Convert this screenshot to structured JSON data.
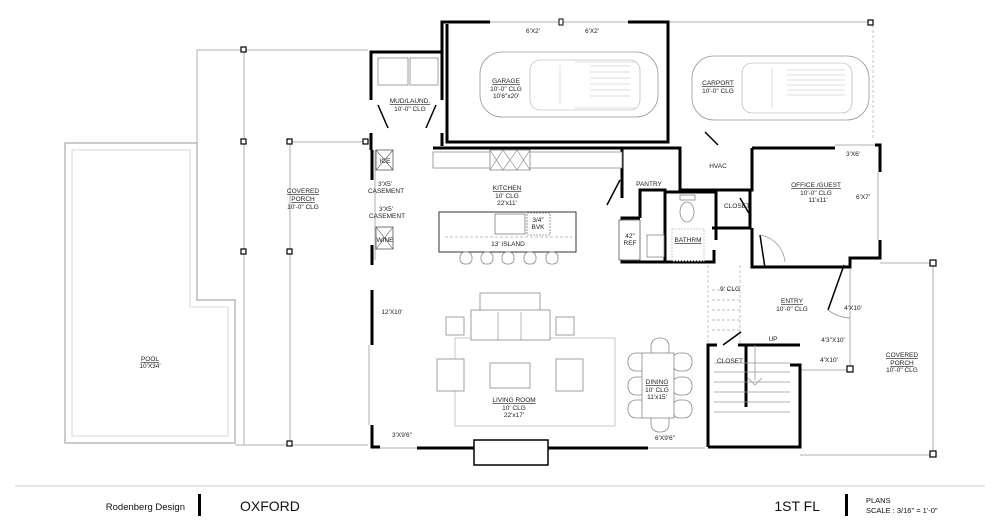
{
  "rooms": {
    "mud": {
      "name": "MUD/LAUND.",
      "clg": "10'-0\" CLG"
    },
    "garage": {
      "name": "GARAGE",
      "clg": "10'-0\" CLG",
      "size": "10'6\"x20'",
      "door1": "6'X2'",
      "door2": "6'X2'"
    },
    "carport": {
      "name": "CARPORT",
      "clg": "10'-0\" CLG"
    },
    "porch_left": {
      "name1": "COVERED",
      "name2": "PORCH",
      "clg": "10'-0\" CLG"
    },
    "pool": {
      "name": "POOL",
      "size": "10'X34'"
    },
    "kitchen": {
      "name": "KITCHEN",
      "clg": "10' CLG",
      "size": "22'x11'",
      "island": "13' ISLAND",
      "dw": "3/4\"",
      "dw2": "BVK",
      "ice": "ICE",
      "wine": "WINE",
      "ref1": "42\"",
      "ref2": "REF"
    },
    "casement1": {
      "size": "3'X5'",
      "type": "CASEMENT"
    },
    "casement2": {
      "size": "3'X5'",
      "type": "CASEMENT"
    },
    "pantry": {
      "name": "PANTRY"
    },
    "hvac": {
      "name": "HVAC"
    },
    "bathroom": {
      "name": "BATHRM"
    },
    "closet_office": {
      "name": "CLOSET"
    },
    "office": {
      "name": "OFFICE /GUEST",
      "clg": "10'-0\" CLG",
      "size": "11'x11'",
      "win_top": "3'X6'",
      "win_right": "6'X7'"
    },
    "stair_clg": {
      "label": "9' CLG"
    },
    "entry": {
      "name": "ENTRY",
      "clg": "10'-0\" CLG",
      "win1": "4'X10'",
      "win2": "4'3\"X10'",
      "win3": "4'X10'"
    },
    "stair": {
      "up": "UP",
      "closet": "CLOSET"
    },
    "porch_right": {
      "name1": "COVERED",
      "name2": "PORCH",
      "clg": "10'-0\" CLG"
    },
    "living": {
      "name": "LIVING ROOM",
      "clg": "10' CLG",
      "size": "22'x17'",
      "slider": "12'X10'",
      "win": "3'X9'6\""
    },
    "dining": {
      "name": "DINING",
      "clg": "10' CLG",
      "size": "11'x15'",
      "win": "6'X9'6\""
    }
  },
  "title_block": {
    "designer": "Rodenberg Design",
    "plan_name": "OXFORD",
    "floor": "1ST FL",
    "sheet": "PLANS",
    "scale": "SCALE : 3/16\" = 1'-0\""
  }
}
